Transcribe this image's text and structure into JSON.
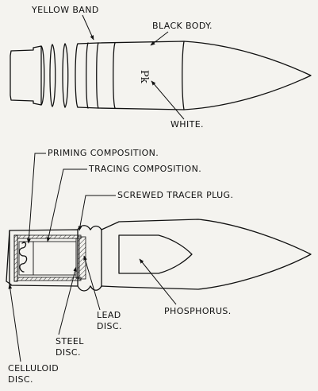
{
  "top_view": {
    "labels": {
      "yellow_band": "YELLOW BAND",
      "black_body": "BLACK BODY.",
      "white": "WHITE.",
      "marking": "Pk"
    }
  },
  "section_view": {
    "labels": {
      "priming_composition": "PRIMING COMPOSITION.",
      "tracing_composition": "TRACING COMPOSITION.",
      "screwed_tracer_plug": "SCREWED TRACER PLUG.",
      "lead_disc_line1": "LEAD",
      "lead_disc_line2": "DISC.",
      "phosphorus": "PHOSPHORUS.",
      "steel_disc_line1": "STEEL",
      "steel_disc_line2": "DISC.",
      "celluloid_disc_line1": "CELLULOID",
      "celluloid_disc_line2": "DISC."
    }
  }
}
